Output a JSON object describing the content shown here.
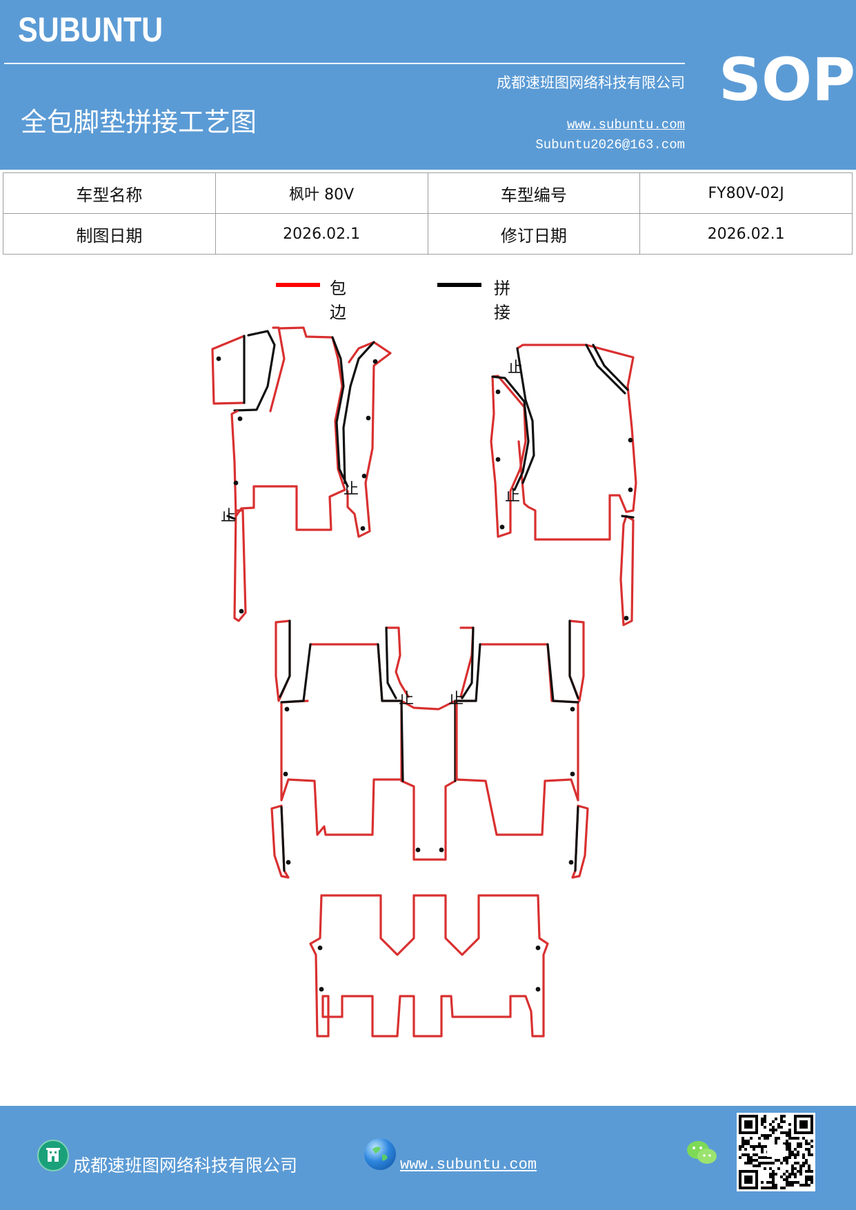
{
  "header": {
    "brand": "SUBUNTU",
    "company": "成都速班图网络科技有限公司",
    "title": "全包脚垫拼接工艺图",
    "website": "www.subuntu.com",
    "email": "Subuntu2026@163.com",
    "badge": "SOP"
  },
  "info_table": {
    "rows": [
      {
        "label1": "车型名称",
        "value1": "枫叶 80V",
        "label2": "车型编号",
        "value2": "FY80V-02J"
      },
      {
        "label1": "制图日期",
        "value1": "2026.02.1",
        "label2": "修订日期",
        "value2": "2026.02.1"
      }
    ]
  },
  "legend": {
    "items": [
      {
        "label": "包边",
        "color": "#ff0000"
      },
      {
        "label": "拼接",
        "color": "#000000"
      }
    ]
  },
  "drawing": {
    "edge_color": "#d93030",
    "seam_color": "#111111",
    "marker_text": "止"
  },
  "footer": {
    "company": "成都速班图网络科技有限公司",
    "website": "www.subuntu.com",
    "company_icon": "building-icon",
    "globe_icon": "globe-icon",
    "wechat_icon": "wechat-icon",
    "qr_icon": "qr-code"
  },
  "colors": {
    "header_bg": "#5b9bd5",
    "text_on_header": "#ffffff"
  }
}
